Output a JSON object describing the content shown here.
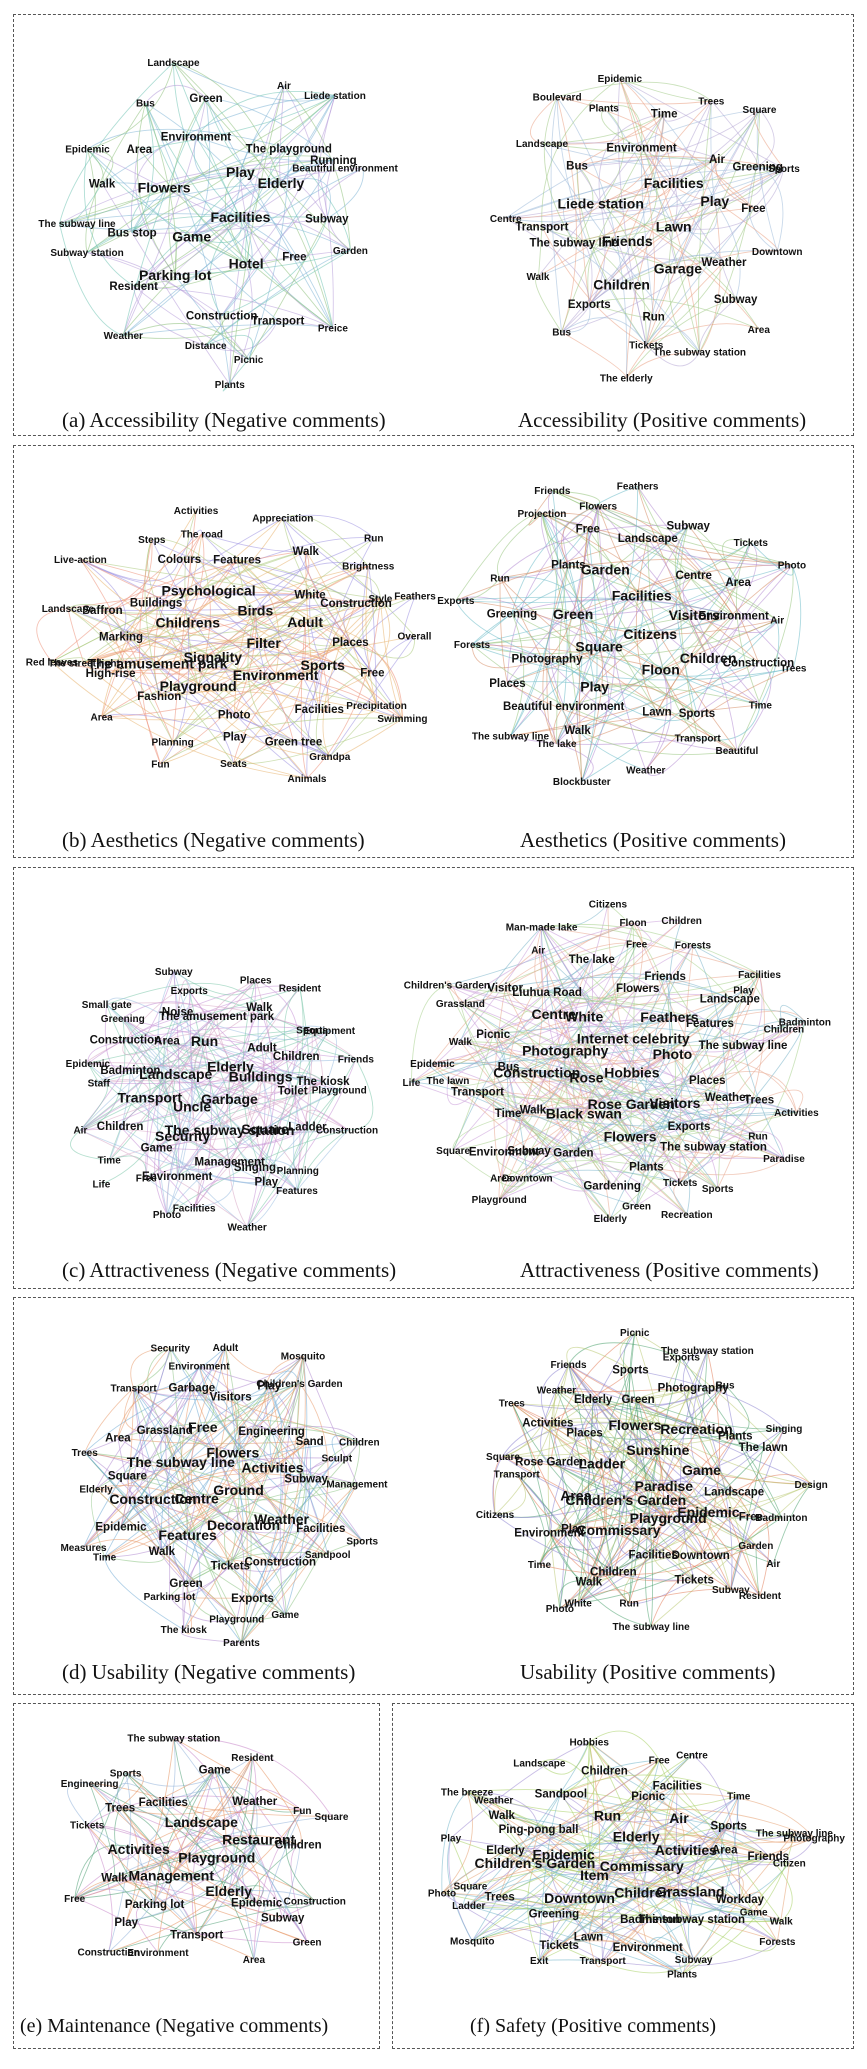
{
  "panels": [
    {
      "id": "a",
      "networks": [
        {
          "caption": "(a) Accessibility (Negative comments)",
          "colors": [
            "#7fb4d6",
            "#8cc07a",
            "#b59ad8",
            "#6fc2b2"
          ],
          "words": [
            "Facilities",
            "Game",
            "Play",
            "Hotel",
            "Flowers",
            "Elderly",
            "Parking lot",
            "Environment",
            "Free",
            "Bus stop",
            "The playground",
            "Construction",
            "Area",
            "Subway",
            "Resident",
            "Green",
            "Transport",
            "Walk",
            "Running",
            "Distance",
            "Bus",
            "Garden",
            "Subway station",
            "Air",
            "Picnic",
            "Epidemic",
            "Beautiful environment",
            "Weather",
            "Landscape",
            "Preice",
            "The subway line",
            "Liede station",
            "Plants"
          ]
        },
        {
          "caption": "Accessibility (Positive comments)",
          "colors": [
            "#e9a184",
            "#b4a5d3",
            "#9ec884",
            "#9cbad9"
          ],
          "words": [
            "Lawn",
            "Friends",
            "Facilities",
            "Garage",
            "Liede station",
            "Play",
            "Children",
            "Environment",
            "Weather",
            "The subway line",
            "Air",
            "Run",
            "Bus",
            "Free",
            "Exports",
            "Time",
            "Subway",
            "Transport",
            "Greening",
            "Tickets",
            "Plants",
            "Downtown",
            "Walk",
            "Trees",
            "The subway station",
            "Landscape",
            "Sports",
            "Bus",
            "Epidemic",
            "Area",
            "Centre",
            "Square",
            "The elderly",
            "Boulevard"
          ]
        }
      ]
    },
    {
      "id": "b",
      "networks": [
        {
          "caption": "(b) Aesthetics (Negative comments)",
          "colors": [
            "#ec8f78",
            "#9a8fe0",
            "#a9c97a",
            "#e7b36e"
          ],
          "words": [
            "Filter",
            "Signality",
            "Birds",
            "Environment",
            "Childrens",
            "Adult",
            "Playground",
            "Psychological",
            "Sports",
            "The amusement park",
            "White",
            "Photo",
            "Buildings",
            "Places",
            "Fashion",
            "Features",
            "Facilities",
            "Marking",
            "Construction",
            "Play",
            "Colours",
            "Free",
            "High-rise",
            "Walk",
            "Green tree",
            "Saffron",
            "Style",
            "Planning",
            "The road",
            "Precipitation",
            "The street light",
            "Brightness",
            "Seats",
            "Steps",
            "Overall",
            "Area",
            "Appreciation",
            "Grandpa",
            "Landscape",
            "Feathers",
            "Fun",
            "Activities",
            "Swimming",
            "Red leaves",
            "Run",
            "Animals",
            "Live-action"
          ]
        },
        {
          "caption": "Aesthetics (Positive comments)",
          "colors": [
            "#d68a62",
            "#6ab9c7",
            "#b28bd1",
            "#93c27a"
          ],
          "words": [
            "Citizens",
            "Square",
            "Facilities",
            "Floon",
            "Green",
            "Visitors",
            "Play",
            "Garden",
            "Children",
            "Photography",
            "Centre",
            "Lawn",
            "Plants",
            "Environment",
            "Beautiful environment",
            "Landscape",
            "Sports",
            "Greening",
            "Area",
            "Walk",
            "Free",
            "Construction",
            "Places",
            "Subway",
            "Transport",
            "Run",
            "Air",
            "The lake",
            "Flowers",
            "Time",
            "Forests",
            "Tickets",
            "Weather",
            "Projection",
            "Trees",
            "The subway line",
            "Feathers",
            "Beautiful",
            "Exports",
            "Photo",
            "Blockbuster",
            "Friends"
          ]
        }
      ]
    },
    {
      "id": "c",
      "networks": [
        {
          "caption": "(c) Attractiveness (Negative comments)",
          "colors": [
            "#c58fd6",
            "#7bc6a9",
            "#9bbde0",
            "#d7a6c4"
          ],
          "words": [
            "Garbage",
            "Uncle",
            "Elderly",
            "The subway station",
            "Landscape",
            "Buildings",
            "Security",
            "Run",
            "Square",
            "Transport",
            "Adult",
            "Management",
            "Area",
            "Toilet",
            "Game",
            "The amusement park",
            "Singing",
            "Badminton",
            "Children",
            "Environment",
            "Noise",
            "Ladder",
            "Children",
            "Walk",
            "Play",
            "Construction",
            "The kiosk",
            "Free",
            "Exports",
            "Planning",
            "Staff",
            "Sports",
            "Facilities",
            "Greening",
            "Playground",
            "Time",
            "Places",
            "Features",
            "Epidemic",
            "Equipment",
            "Photo",
            "Subway",
            "Construction",
            "Air",
            "Resident",
            "Weather",
            "Small gate",
            "Friends",
            "Life"
          ]
        },
        {
          "caption": "Attractiveness (Positive comments)",
          "colors": [
            "#c99ad8",
            "#e7a58c",
            "#79b3c8",
            "#a6cf8b"
          ],
          "words": [
            "Hobbies",
            "Rose",
            "Internet celebrity",
            "Rose Garden",
            "Photography",
            "Photo",
            "Black swan",
            "White",
            "Visitors",
            "Construction",
            "Feathers",
            "Flowers",
            "Centre",
            "Places",
            "Walk",
            "Flowers",
            "Exports",
            "Bus",
            "Features",
            "Garden",
            "Liuhua Road",
            "Weather",
            "Time",
            "Friends",
            "Plants",
            "Picnic",
            "The subway line",
            "Subway",
            "The lake",
            "The subway station",
            "Transport",
            "Landscape",
            "Gardening",
            "Visitor",
            "Trees",
            "Environment",
            "Free",
            "Tickets",
            "Walk",
            "Play",
            "Downtown",
            "Air",
            "Run",
            "The lawn",
            "Forests",
            "Green",
            "Grassland",
            "Children",
            "Area",
            "Floon",
            "Sports",
            "Epidemic",
            "Facilities",
            "Elderly",
            "Man-made lake",
            "Activities",
            "Square",
            "Children",
            "Recreation",
            "Children's Garden",
            "Badminton",
            "Playground",
            "Citizens",
            "Paradise",
            "Life"
          ]
        }
      ]
    },
    {
      "id": "d",
      "networks": [
        {
          "caption": "(d) Usability (Negative comments)",
          "colors": [
            "#e79b6b",
            "#6fa9d4",
            "#b18bd0",
            "#8cc284"
          ],
          "words": [
            "Ground",
            "Centre",
            "Flowers",
            "Decoration",
            "The subway line",
            "Activities",
            "Features",
            "Free",
            "Weather",
            "Construction",
            "Engineering",
            "Tickets",
            "Grassland",
            "Subway",
            "Walk",
            "Visitors",
            "Construction",
            "Square",
            "Sand",
            "Green",
            "Garbage",
            "Facilities",
            "Epidemic",
            "Play",
            "Exports",
            "Area",
            "Sculpt",
            "Parking lot",
            "Environment",
            "Sandpool",
            "Elderly",
            "Children's Garden",
            "Playground",
            "Transport",
            "Management",
            "Time",
            "Adult",
            "Game",
            "Trees",
            "Children",
            "The kiosk",
            "Security",
            "Sports",
            "Measures",
            "Mosquito",
            "Parents"
          ]
        },
        {
          "caption": "Usability (Positive comments)",
          "colors": [
            "#4fa36f",
            "#e27e5a",
            "#8b82cf",
            "#b9c873"
          ],
          "words": [
            "Paradise",
            "Children's Garden",
            "Sunshine",
            "Playground",
            "Ladder",
            "Game",
            "Commissary",
            "Flowers",
            "Epidemic",
            "Area",
            "Recreation",
            "Facilities",
            "Places",
            "Landscape",
            "Play",
            "Green",
            "Downtown",
            "Rose Garden",
            "Plants",
            "Children",
            "Elderly",
            "Free",
            "Environment",
            "Photography",
            "Tickets",
            "Activities",
            "The lawn",
            "Walk",
            "Sports",
            "Garden",
            "Transport",
            "Bus",
            "Run",
            "Weather",
            "Badminton",
            "Time",
            "Exports",
            "Subway",
            "Square",
            "Singing",
            "White",
            "Friends",
            "Air",
            "Citizens",
            "The subway station",
            "The subway line",
            "Trees",
            "Design",
            "Photo",
            "Picnic",
            "Resident"
          ]
        }
      ]
    },
    {
      "id": "e",
      "networks": [
        {
          "caption": "(e) Maintenance (Negative comments)",
          "colors": [
            "#4f9f74",
            "#e5925e",
            "#8fb1d8",
            "#c785c8"
          ],
          "words": [
            "Playground",
            "Management",
            "Landscape",
            "Elderly",
            "Activities",
            "Restaurant",
            "Parking lot",
            "Facilities",
            "Epidemic",
            "Walk",
            "Weather",
            "Transport",
            "Trees",
            "Children",
            "Play",
            "Game",
            "Subway",
            "Tickets",
            "Fun",
            "Environment",
            "Sports",
            "Construction",
            "Free",
            "Resident",
            "Area",
            "Engineering",
            "Square",
            "Construction",
            "The subway station",
            "Green"
          ]
        }
      ]
    },
    {
      "id": "f",
      "networks": [
        {
          "caption": "(f) Safety (Positive comments)",
          "colors": [
            "#a6cf63",
            "#9c89d1",
            "#72b5c9",
            "#e5a071"
          ],
          "words": [
            "Commissary",
            "Item",
            "Elderly",
            "Children",
            "Epidemic",
            "Activities",
            "Downtown",
            "Run",
            "Grassland",
            "Children's Garden",
            "Air",
            "Badminton",
            "Ping-pong ball",
            "Area",
            "Greening",
            "Picnic",
            "The subway station",
            "Elderly",
            "Sports",
            "Lawn",
            "Sandpool",
            "Workday",
            "Trees",
            "Facilities",
            "Environment",
            "Walk",
            "Friends",
            "Tickets",
            "Children",
            "Game",
            "Square",
            "Time",
            "Transport",
            "Weather",
            "Citizen",
            "Ladder",
            "Free",
            "Subway",
            "Play",
            "The subway line",
            "Exit",
            "Landscape",
            "Walk",
            "Photo",
            "Centre",
            "Plants",
            "The breeze",
            "Photography",
            "Mosquito",
            "Hobbies",
            "Forests"
          ]
        }
      ]
    }
  ]
}
